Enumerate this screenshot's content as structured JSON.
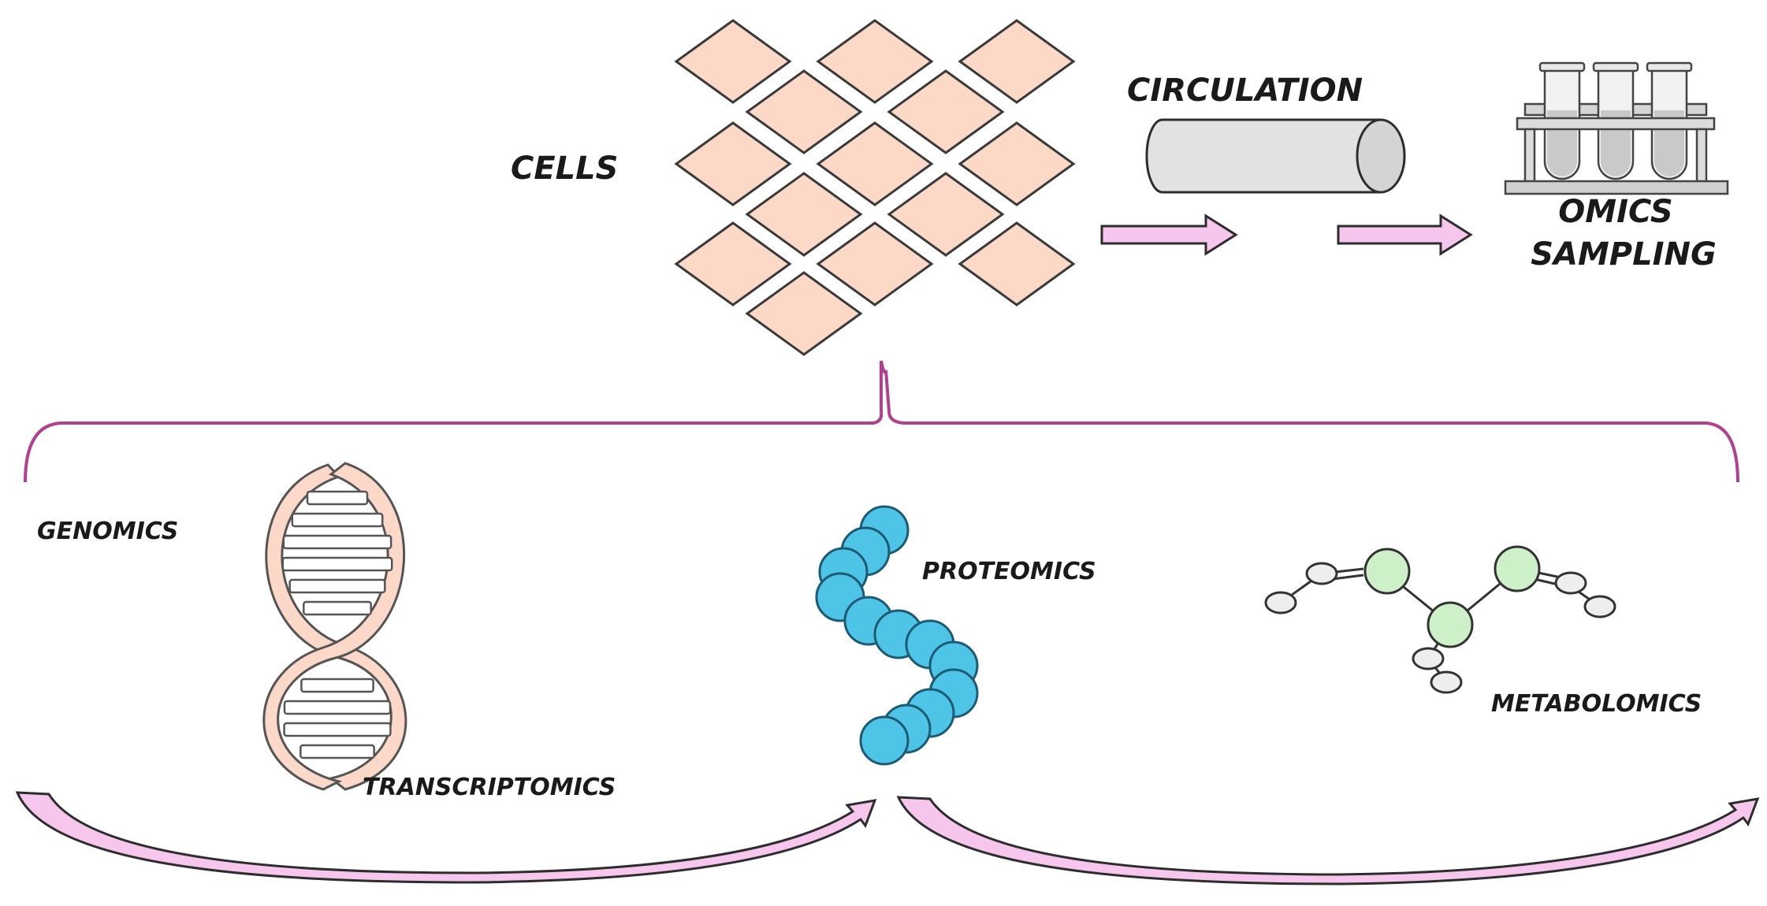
{
  "labels": {
    "cells": "CELLS",
    "circulation": "CIRCULATION",
    "omics_sampling_line1": "OMICS",
    "omics_sampling_line2": "SAMPLING",
    "genomics": "GENOMICS",
    "transcriptomics": "TRANSCRIPTOMICS",
    "proteomics": "PROTEOMICS",
    "metabolomics": "METABOLOMICS"
  },
  "colors": {
    "cell_fill": "#fcd9c7",
    "cell_stroke": "#3a3a3a",
    "dna_fill": "#fbd8c8",
    "dna_stroke": "#555555",
    "protein_fill": "#4ec4e6",
    "protein_stroke": "#1c5b73",
    "metabolite_green": "#cdf0c8",
    "metabolite_grey": "#eeeeee",
    "arrow_pink": "#f6c6ec",
    "bracket": "#b1408f",
    "vessel_fill": "#e2e2e2",
    "tube_fill": "#cfcfcf"
  },
  "icons": {
    "cells": "cell-grid-icon",
    "circulation": "blood-vessel-icon",
    "sampling": "test-tube-rack-icon",
    "genomics": "dna-helix-icon",
    "proteomics": "protein-chain-icon",
    "metabolomics": "metabolite-network-icon"
  }
}
